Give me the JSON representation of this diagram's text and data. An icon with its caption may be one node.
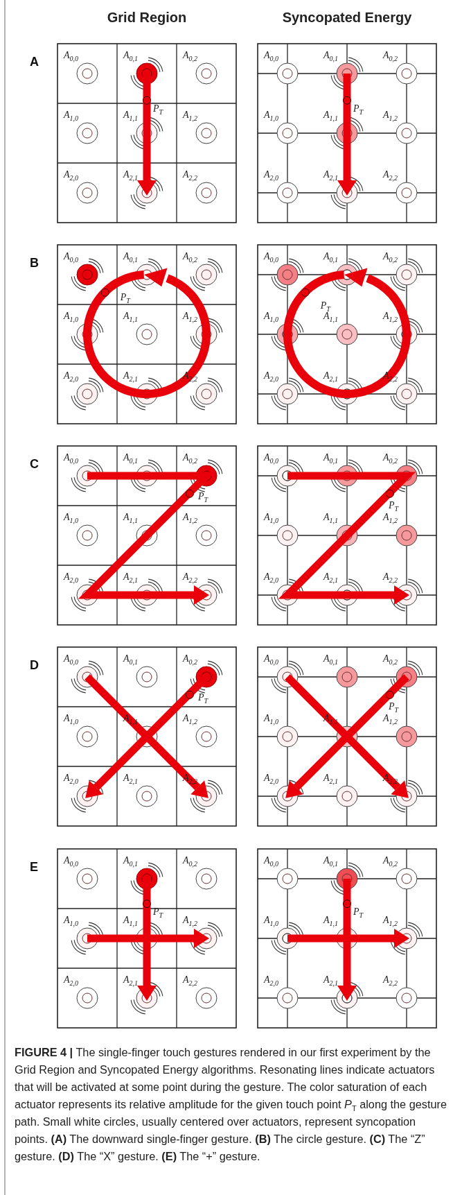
{
  "diagram": {
    "caption": "**FIGURE 4 |** The single-finger touch gestures rendered in our first experiment by the Grid Region and Syncopated Energy algorithms. Resonating lines indicate actuators that will be activated at some point during the gesture. The color saturation of each actuator represents its relative amplitude for the given touch point *P*$_{T}$ along the gesture path. Small white circles, usually centered over actuators, represent syncopation points. **(A)** The downward single-finger gesture. **(B)** The circle gesture. **(C)** The “Z” gesture. **(D)** The “X” gesture. **(E)** The “+” gesture.",
    "labels": [
      "Grid Region",
      "Syncopated Energy",
      "A",
      "A$_{0,0}$",
      "A$_{0,1}$",
      "A$_{0,2}$",
      "A$_{1,0}$",
      "A$_{1,1}$",
      "A$_{1,2}$",
      "A$_{2,0}$",
      "A$_{2,1}$",
      "A$_{2,2}$",
      "P$_{T}$",
      "A$_{0,0}$",
      "A$_{0,1}$",
      "A$_{0,2}$",
      "A$_{1,0}$",
      "A$_{1,1}$",
      "A$_{1,2}$",
      "A$_{2,0}$",
      "A$_{2,1}$",
      "A$_{2,2}$",
      "P$_{T}$",
      "B",
      "A$_{0,0}$",
      "A$_{0,1}$",
      "A$_{0,2}$",
      "A$_{1,0}$",
      "A$_{1,1}$",
      "A$_{1,2}$",
      "A$_{2,0}$",
      "A$_{2,1}$",
      "A$_{2,2}$",
      "P$_{T}$",
      "A$_{0,0}$",
      "A$_{0,1}$",
      "A$_{0,2}$",
      "A$_{1,0}$",
      "A$_{1,1}$",
      "A$_{1,2}$",
      "A$_{2,0}$",
      "A$_{2,1}$",
      "A$_{2,2}$",
      "P$_{T}$",
      "C",
      "A$_{0,0}$",
      "A$_{0,1}$",
      "A$_{0,2}$",
      "A$_{1,0}$",
      "A$_{1,1}$",
      "A$_{1,2}$",
      "A$_{2,0}$",
      "A$_{2,1}$",
      "A$_{2,2}$",
      "P$_{T}$",
      "A$_{0,0}$",
      "A$_{0,1}$",
      "A$_{0,2}$",
      "A$_{1,0}$",
      "A$_{1,1}$",
      "A$_{1,2}$",
      "A$_{2,0}$",
      "A$_{2,1}$",
      "A$_{2,2}$",
      "P$_{T}$",
      "D",
      "A$_{0,0}$",
      "A$_{0,1}$",
      "A$_{0,2}$",
      "A$_{1,0}$",
      "A$_{1,1}$",
      "A$_{1,2}$",
      "A$_{2,0}$",
      "A$_{2,1}$",
      "A$_{2,2}$",
      "P$_{T}$",
      "A$_{0,0}$",
      "A$_{0,1}$",
      "A$_{0,2}$",
      "A$_{1,0}$",
      "A$_{1,1}$",
      "A$_{1,2}$",
      "A$_{2,0}$",
      "A$_{2,1}$",
      "A$_{2,2}$",
      "P$_{T}$",
      "E",
      "A$_{0,0}$",
      "A$_{0,1}$",
      "A$_{0,2}$",
      "A$_{1,0}$",
      "A$_{1,1}$",
      "A$_{1,2}$",
      "A$_{2,0}$",
      "A$_{2,1}$",
      "A$_{2,2}$",
      "P$_{T}$",
      "A$_{0,0}$",
      "A$_{0,1}$",
      "A$_{0,2}$",
      "A$_{1,0}$",
      "A$_{1,1}$",
      "A$_{1,2}$",
      "A$_{2,0}$",
      "A$_{2,1}$",
      "A$_{2,2}$",
      "P$_{T}$"
    ]
  }
}
